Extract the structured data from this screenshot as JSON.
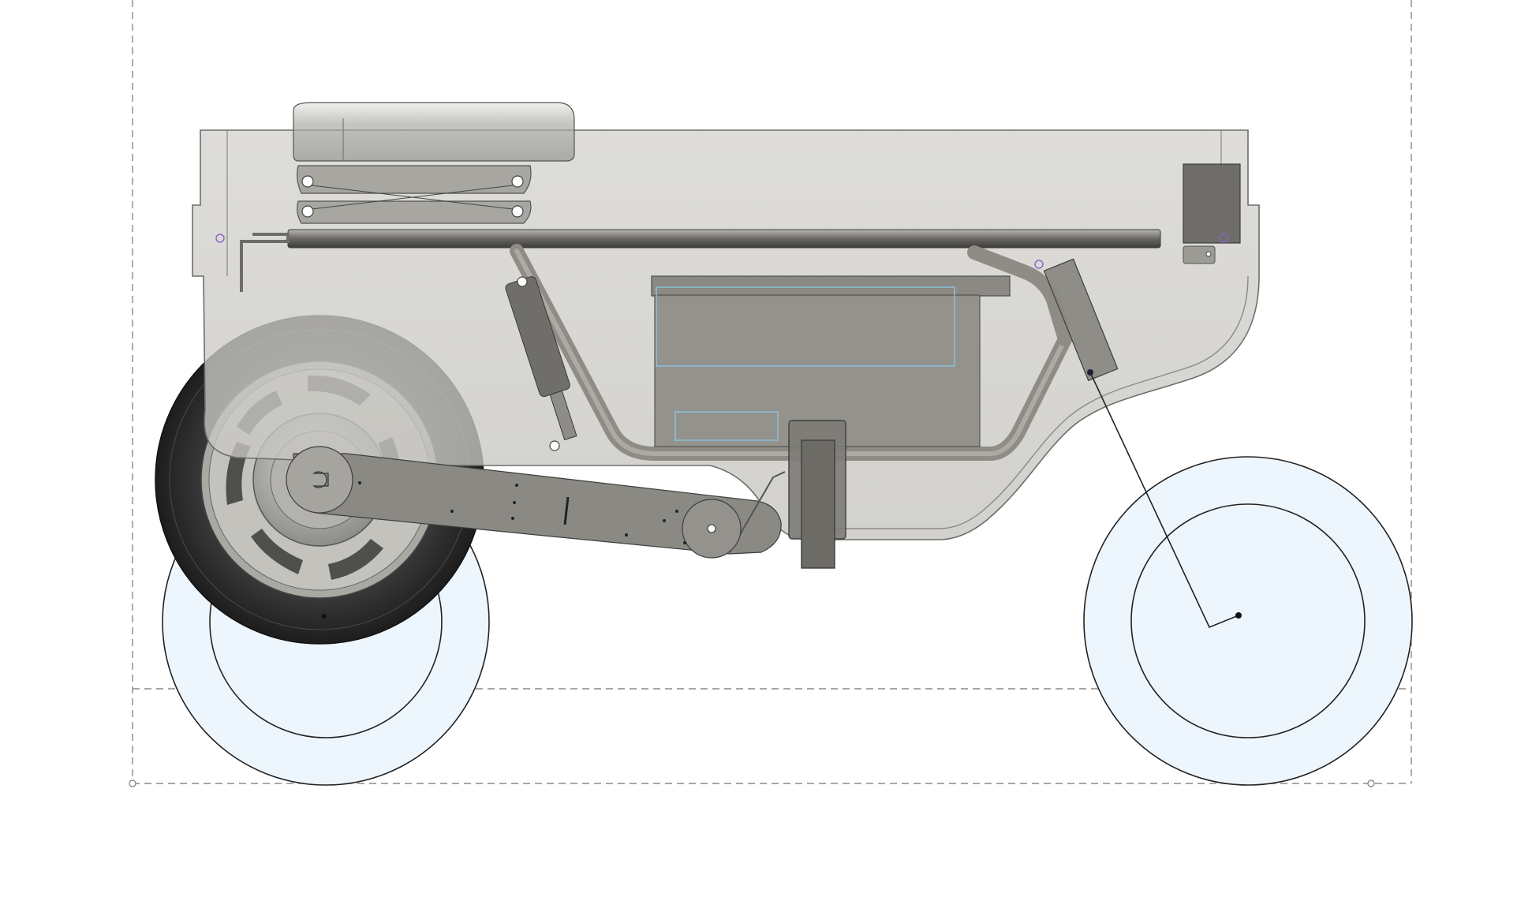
{
  "canvas": {
    "background": "#ffffff",
    "view": "side elevation",
    "title": ""
  },
  "colors": {
    "body_shell": "#c9c8c3",
    "body_shell_outline": "#6e6d69",
    "frame_tube": "#8f8c85",
    "frame_tube_dark": "#5f5d58",
    "tire": "#2d2d2d",
    "rim": "#9a9893",
    "wheel_sketch_fill": "#eef6fd",
    "wheel_sketch_stroke": "#222222",
    "dashed_guide": "#808080",
    "selection_outline": "#8cc4e0",
    "constraint_point": "#8a63c6"
  },
  "components": {
    "seat": "seat-cushion",
    "body": "body-shell",
    "frame": "tubular-frame",
    "battery": "battery-box",
    "shock": "rear-shock-absorber",
    "swingarm": "swingarm",
    "rear_wheel": "rear-wheel-3d",
    "front_wheel_sketch": "front-wheel-sketch",
    "rear_wheel_sketch": "rear-wheel-sketch",
    "kickstand": "kickstand",
    "headlight": "headlight-block",
    "fork_line": "front-fork-sketch-line"
  }
}
